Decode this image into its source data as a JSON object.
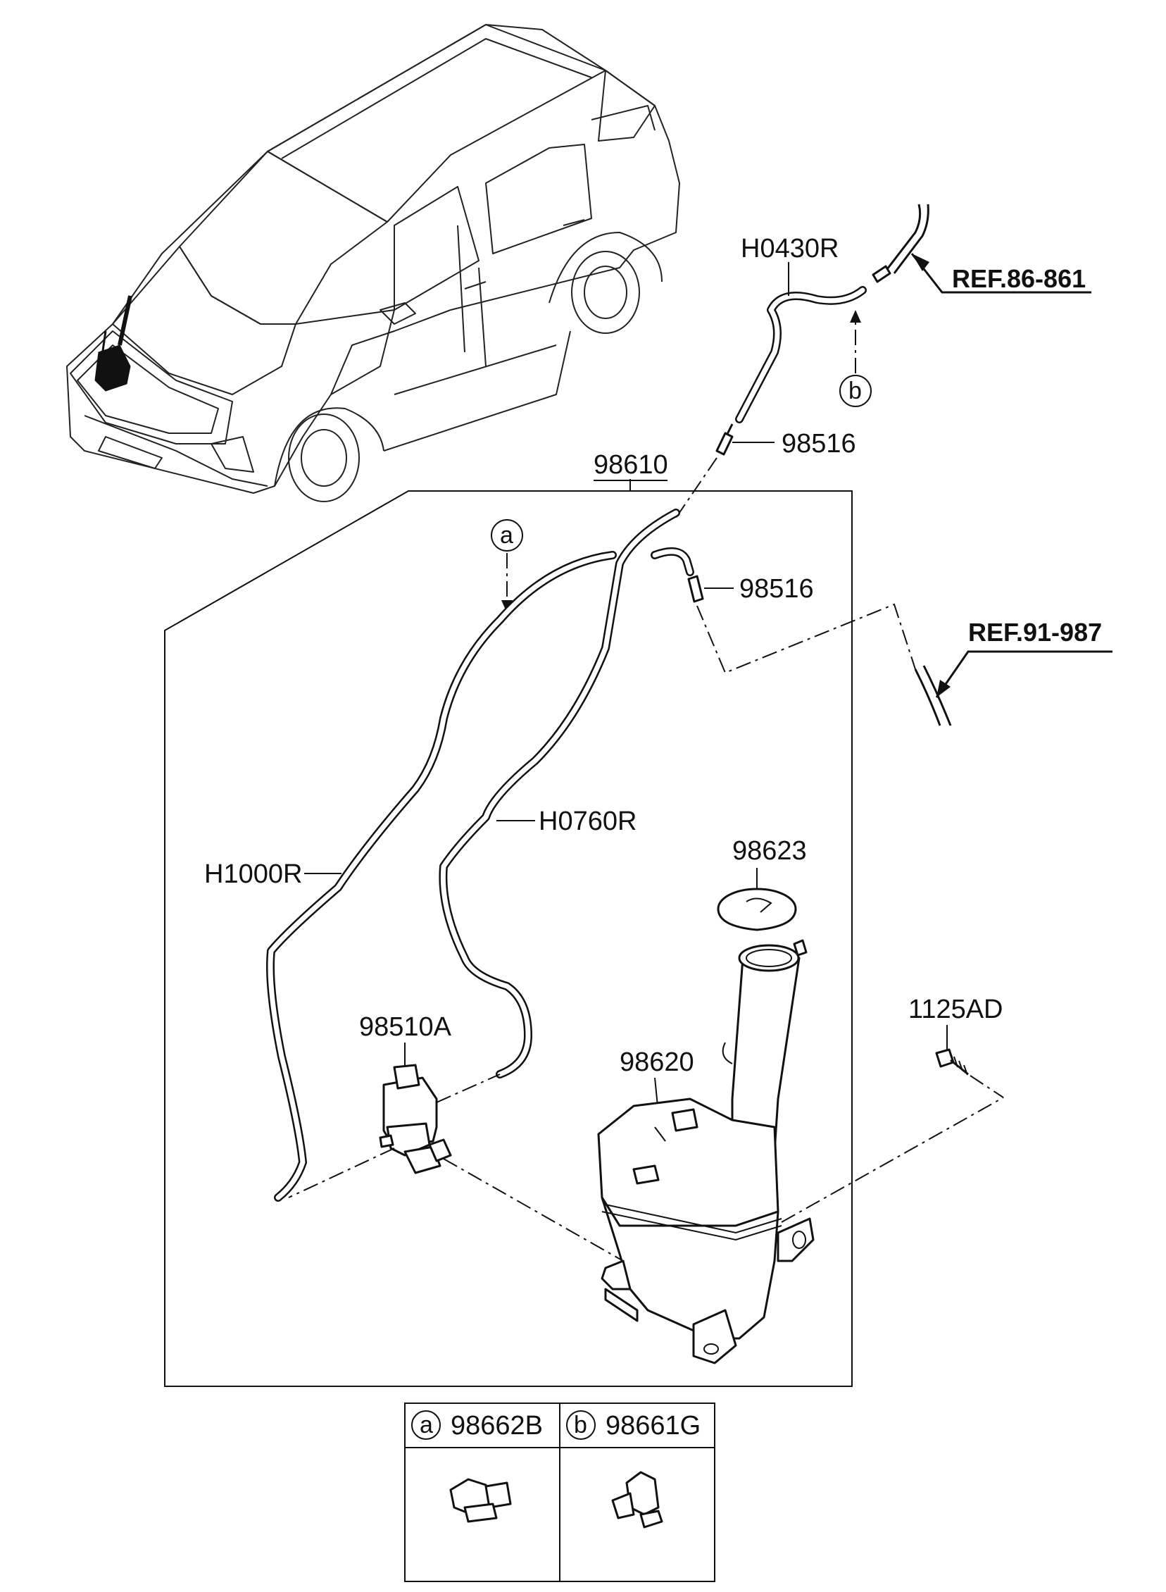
{
  "labels": {
    "hose_top": "H0430R",
    "ref_top": "REF.86-861",
    "connector_upper": "98516",
    "assembly": "98610",
    "connector_lower": "98516",
    "ref_mid": "REF.91-987",
    "hose_mid": "H0760R",
    "hose_long": "H1000R",
    "cap": "98623",
    "pump": "98510A",
    "reservoir": "98620",
    "bolt": "1125AD"
  },
  "callouts": {
    "a": "a",
    "b": "b"
  },
  "legend": [
    {
      "letter": "a",
      "part": "98662B"
    },
    {
      "letter": "b",
      "part": "98661G"
    }
  ]
}
